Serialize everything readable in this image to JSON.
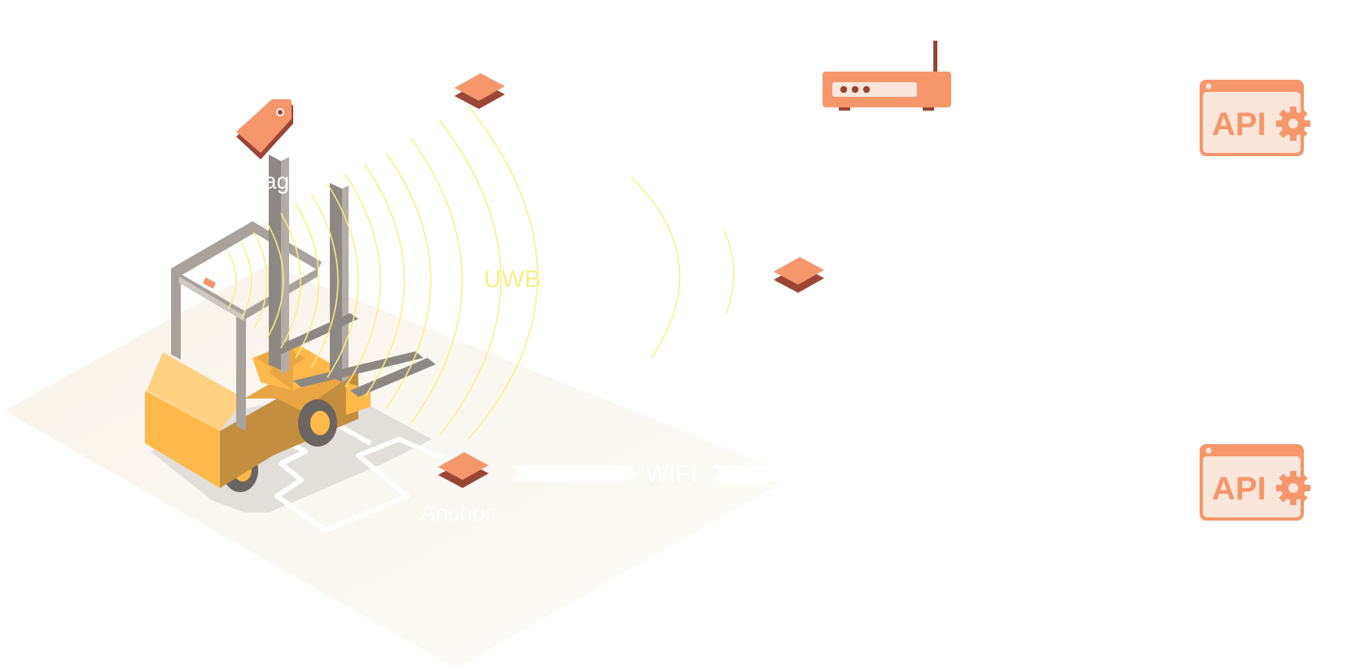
{
  "labels": {
    "tag": "Tag",
    "uwb": "UWB",
    "wifi": "WIFI",
    "anchor": "Anchor"
  },
  "api_panels": [
    {
      "text": "API",
      "icon": "gear-icon"
    },
    {
      "text": "API",
      "icon": "gear-icon"
    }
  ],
  "icons": [
    "tag-icon",
    "anchor-icon",
    "router-icon",
    "gear-icon",
    "forklift-illustration"
  ],
  "colors": {
    "accent": "#F5966B",
    "accent_dark": "#9B4535",
    "api_fill": "#FBE6DC",
    "uwb_wave": "#F6F08A",
    "forklift_body": "#FFB94B",
    "forklift_shade": "#C38F3F",
    "mast": "#8E8884",
    "floor": "#FAF7F1",
    "label_light": "#FFFFFF"
  }
}
